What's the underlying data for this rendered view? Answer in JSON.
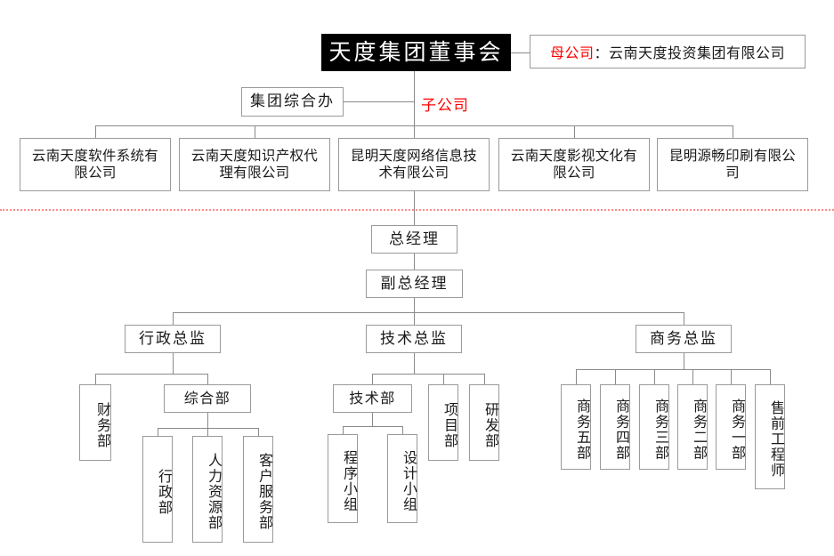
{
  "diagram": {
    "title_box": "天度集团董事会",
    "parent_company": {
      "tag": "母公司",
      "separator": "：",
      "name": "云南天度投资集团有限公司"
    },
    "group_office": "集团综合办",
    "subsidiary_tag": "子公司",
    "subsidiaries": [
      "云南天度软件系统有限公司",
      "云南天度知识产权代理有限公司",
      "昆明天度网络信息技术有限公司",
      "云南天度影视文化有限公司",
      "昆明源畅印刷有限公司"
    ],
    "executives": {
      "general_manager": "总经理",
      "deputy_general_manager": "副总经理"
    },
    "directors": [
      "行政总监",
      "技术总监",
      "商务总监"
    ],
    "admin_branch": {
      "finance": "财务部",
      "general_dept": "综合部",
      "general_dept_children": [
        "行政部",
        "人力资源部",
        "客户服务部"
      ]
    },
    "tech_branch": {
      "tech_dept": "技术部",
      "tech_dept_children": [
        "程序小组",
        "设计小组"
      ],
      "project_dept": "项目部",
      "rnd_dept": "研发部"
    },
    "business_branch": {
      "units": [
        "商务五部",
        "商务四部",
        "商务三部",
        "商务二部",
        "商务一部",
        "售前工程师"
      ]
    },
    "colors": {
      "accent_red": "#ff0000",
      "divider": "#ff8a8a",
      "line": "#8a8a8a",
      "box_border": "#9a9a9a",
      "title_bg": "#000000"
    }
  }
}
